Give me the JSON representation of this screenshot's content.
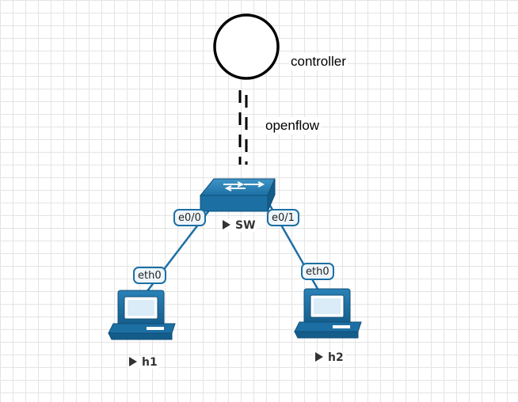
{
  "diagram": {
    "controller": {
      "label": "controller"
    },
    "link_label": "openflow",
    "switch": {
      "name": "SW",
      "ports": [
        "e0/0",
        "e0/1"
      ]
    },
    "hosts": [
      {
        "name": "h1",
        "port": "eth0"
      },
      {
        "name": "h2",
        "port": "eth0"
      }
    ]
  },
  "colors": {
    "device": "#1c6fa3",
    "device_dark": "#0f4f7a",
    "link": "#1c6fa3",
    "grid": "#e4e4e4"
  },
  "icons": {
    "controller": "circle-outline",
    "switch": "switch-icon",
    "host": "desktop-computer-icon",
    "node_marker": "play-triangle-icon"
  }
}
